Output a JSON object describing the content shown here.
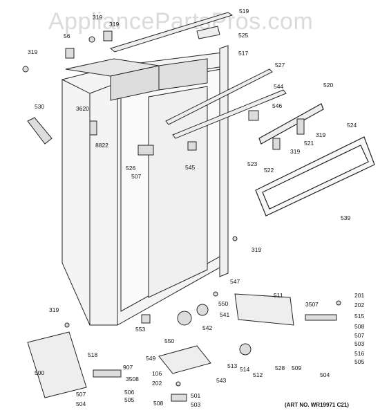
{
  "watermark": "AppliancePartsPros.com",
  "art_number": "(ART NO. WR19971 C21)",
  "labels": {
    "p319a": "319",
    "p56": "56",
    "p319b": "319",
    "p319c": "319",
    "p519": "519",
    "p525": "525",
    "p517": "517",
    "p527": "527",
    "p544": "544",
    "p520": "520",
    "p546": "546",
    "p530": "530",
    "p3620": "3620",
    "p8822": "8822",
    "p319d": "319",
    "p521": "521",
    "p524": "524",
    "p319e": "319",
    "p526": "526",
    "p507a": "507",
    "p545": "545",
    "p523": "523",
    "p522": "522",
    "p539": "539",
    "p319f": "319",
    "p547": "547",
    "p550a": "550",
    "p511": "511",
    "p201": "201",
    "p541": "541",
    "p3507": "3507",
    "p202a": "202",
    "p319g": "319",
    "p542": "542",
    "p515": "515",
    "p508a": "508",
    "p553": "553",
    "p550b": "550",
    "p507b": "507",
    "p503a": "503",
    "p518": "518",
    "p549": "549",
    "p516": "516",
    "p505a": "505",
    "p500": "500",
    "p907": "907",
    "p513": "513",
    "p514": "514",
    "p512": "512",
    "p528": "528",
    "p509": "509",
    "p504a": "504",
    "p3508": "3508",
    "p543": "543",
    "p106": "106",
    "p202b": "202",
    "p506": "506",
    "p507c": "507",
    "p505b": "505",
    "p504b": "504",
    "p501": "501",
    "p508b": "508",
    "p503b": "503"
  }
}
